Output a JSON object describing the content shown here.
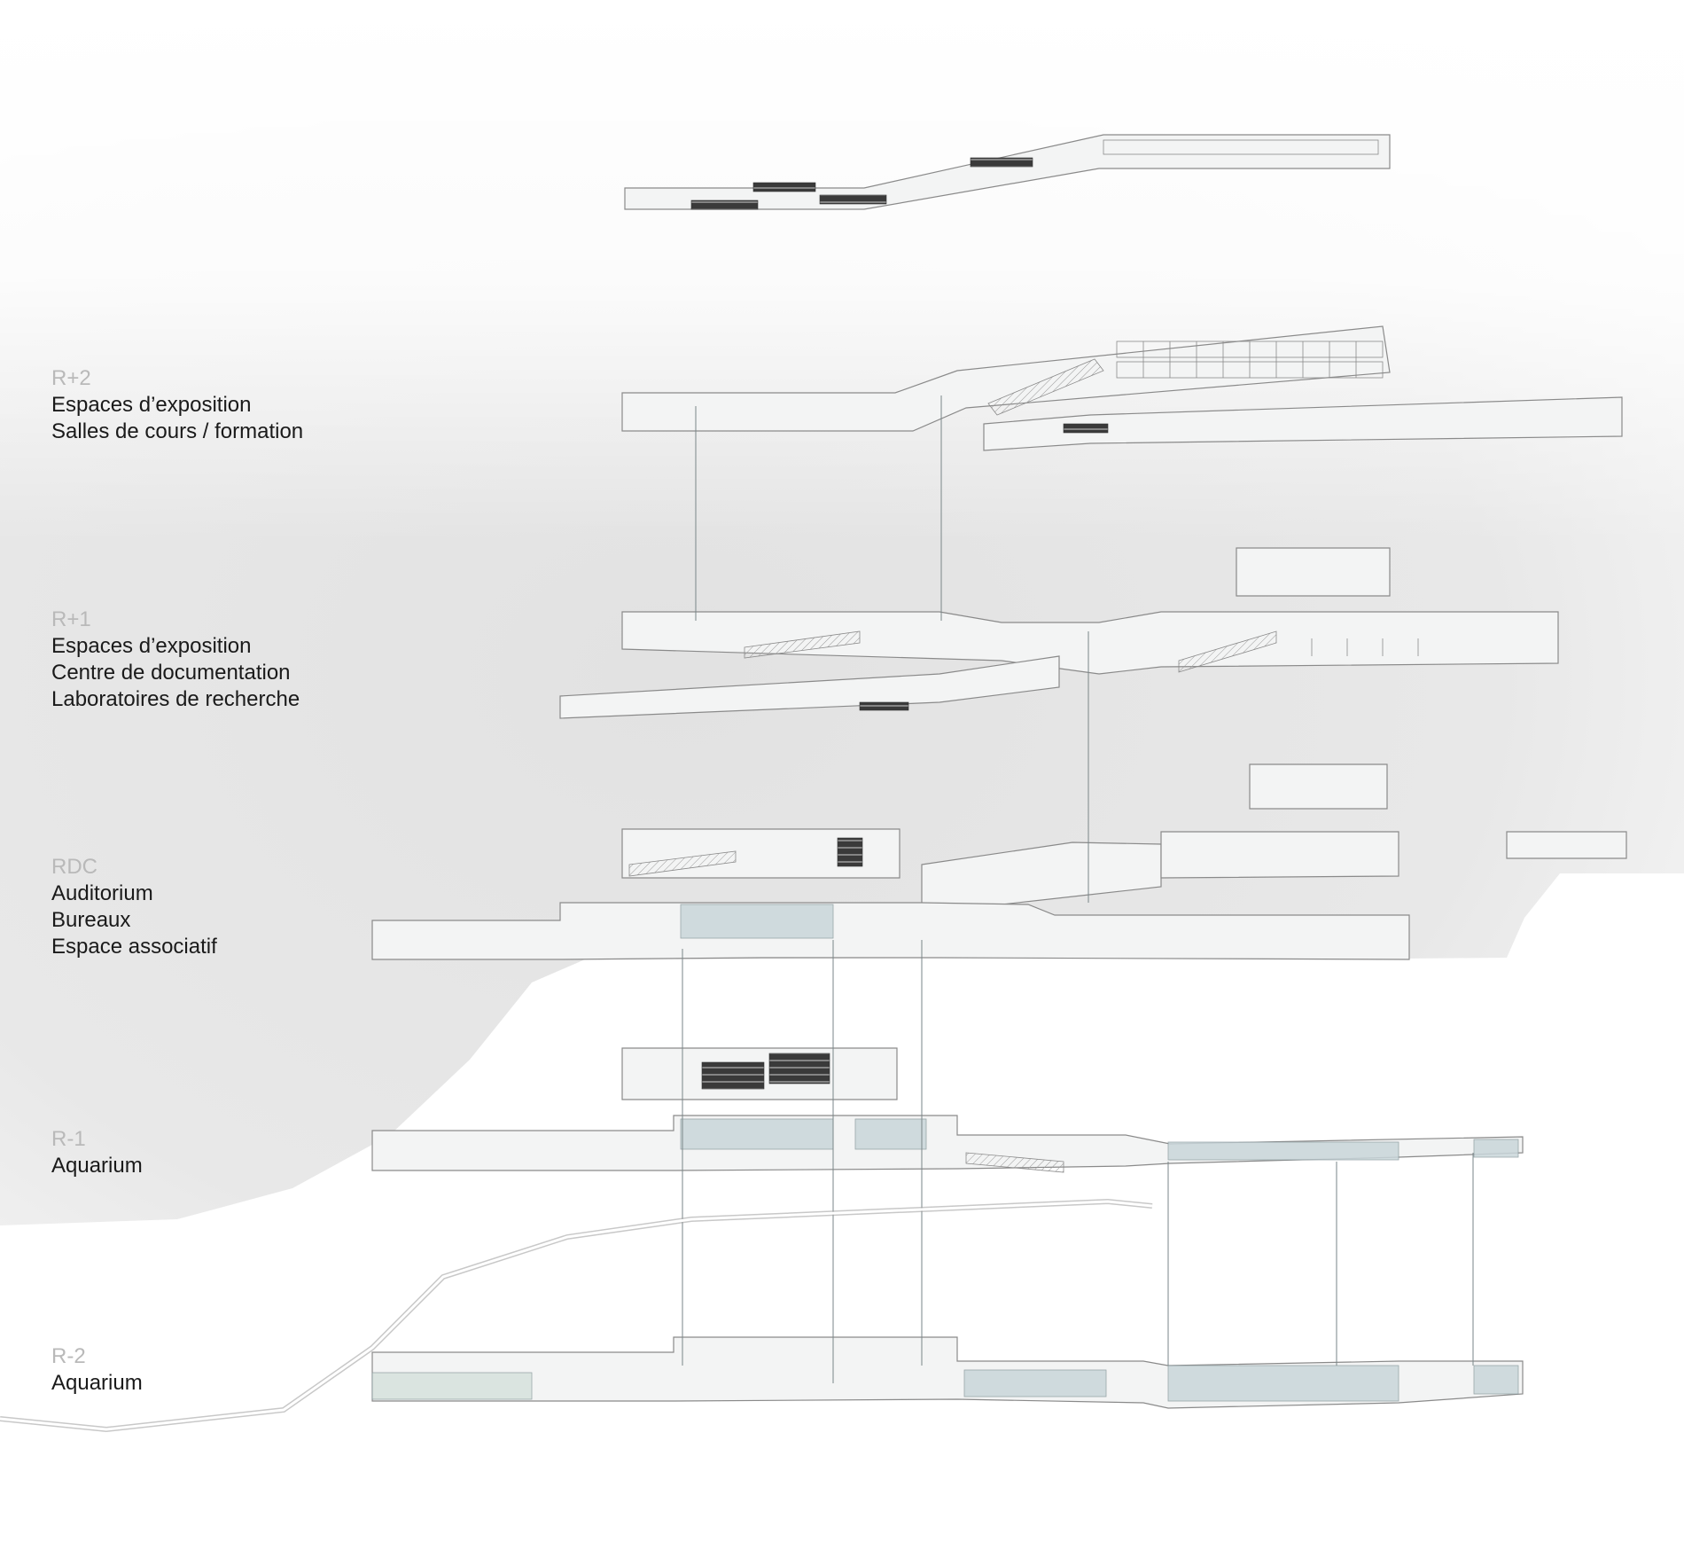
{
  "levels": [
    {
      "code": "R+2",
      "items": [
        "Espaces d’exposition",
        "Salles de cours / formation"
      ]
    },
    {
      "code": "R+1",
      "items": [
        "Espaces d’exposition",
        "Centre de documentation",
        "Laboratoires de recherche"
      ]
    },
    {
      "code": "RDC",
      "items": [
        "Auditorium",
        "Bureaux",
        "Espace associatif"
      ]
    },
    {
      "code": "R-1",
      "items": [
        "Aquarium"
      ]
    },
    {
      "code": "R-2",
      "items": [
        "Aquarium"
      ]
    }
  ],
  "colors": {
    "background": "#ffffff",
    "terrain": "#e4e4e4",
    "slab": "#f3f4f4",
    "line": "#8a8a8a",
    "water": "#c9d6da",
    "label_code": "#b9b9b9",
    "label_text": "#1a1a1a"
  }
}
